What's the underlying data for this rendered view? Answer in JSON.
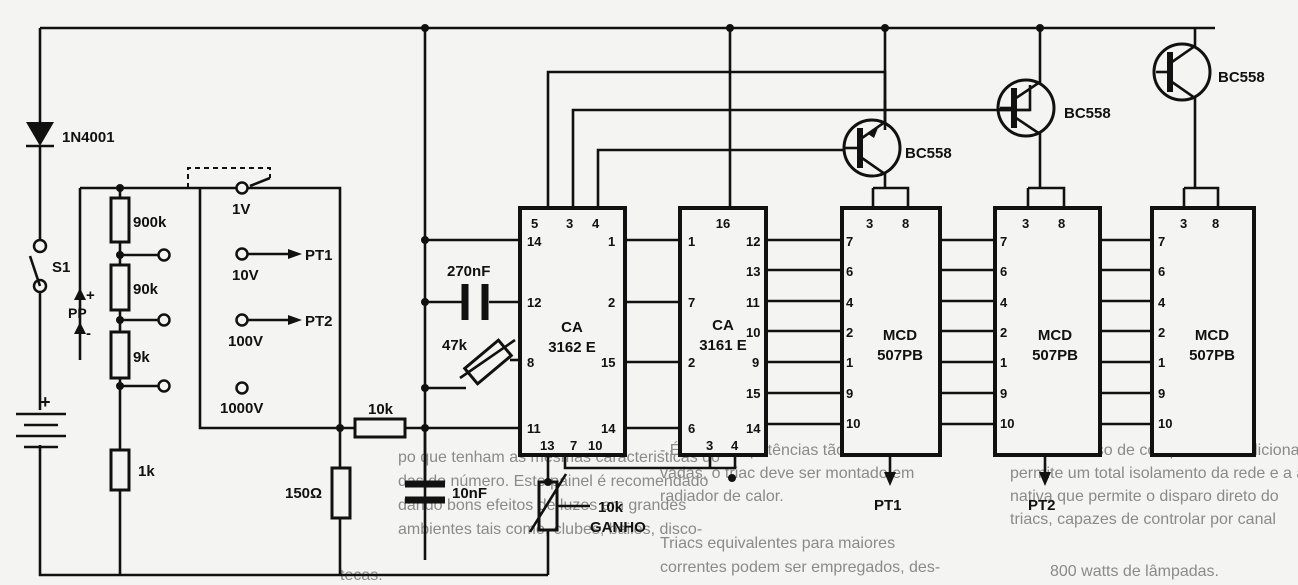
{
  "components": {
    "diode": "1N4001",
    "switch": "S1",
    "pp_plus": "+",
    "pp": "PP",
    "pp_minus": "-",
    "battery_plus": "+",
    "r_900k": "900k",
    "r_90k": "90k",
    "r_9k": "9k",
    "r_1k": "1k",
    "range_1v": "1V",
    "range_10v": "10V",
    "range_100v": "100V",
    "range_1000v": "1000V",
    "pt1_arrow": "PT1",
    "pt2_arrow": "PT2",
    "r_10k": "10k",
    "r_150": "150Ω",
    "c_270nf": "270nF",
    "c_10nf": "10nF",
    "pot_47k": "47k",
    "pot_gain_value": "10k",
    "pot_gain_label": "GANHO",
    "transistor": "BC558",
    "pt1_out": "PT1",
    "pt2_out": "PT2"
  },
  "ic_3162": {
    "name": "CA",
    "part": "3162 E",
    "top_pins": [
      "5",
      "3",
      "4"
    ],
    "left_pins": [
      "14",
      "12",
      "8",
      "11"
    ],
    "right_pins": [
      "1",
      "2",
      "15",
      "14"
    ],
    "bottom_pins": [
      "13",
      "7",
      "10"
    ]
  },
  "ic_3161": {
    "name": "CA",
    "part": "3161 E",
    "top_pin": "16",
    "left_pins": [
      "1",
      "7",
      "2",
      "6"
    ],
    "right_pins": [
      "12",
      "13",
      "11",
      "10",
      "9",
      "15",
      "14"
    ],
    "bottom_pins": [
      "3",
      "4"
    ]
  },
  "displays": [
    {
      "name": "MCD",
      "part": "507PB",
      "top_pins": [
        "3",
        "8"
      ],
      "left_pins": [
        "7",
        "6",
        "4",
        "2",
        "1",
        "9",
        "10"
      ]
    },
    {
      "name": "MCD",
      "part": "507PB",
      "top_pins": [
        "3",
        "8"
      ],
      "left_pins": [
        "7",
        "6",
        "4",
        "2",
        "1",
        "9",
        "10"
      ]
    },
    {
      "name": "MCD",
      "part": "507PB",
      "top_pins": [
        "3",
        "8"
      ],
      "left_pins": [
        "7",
        "6",
        "4",
        "2",
        "1",
        "9",
        "10"
      ]
    }
  ],
  "background_text": [
    "po que tenham as mesmas caracteristicas do",
    "das do número. Este painel é recomendado",
    "dando bons efeitos de luzes em grandes",
    "ambientes tais como, clubes, bailes, disco-",
    "tecas.",
    "- É evidente potências tão ele-",
    "vadas, o triac deve ser montado em",
    "radiador de calor.",
    "Triacs equivalentes para maiores",
    "correntes podem ser empregados, des-",
    "O uso de componentes adicionais",
    "permite um total isolamento da rede e a alter-",
    "nativa que permite o disparo direto do",
    "triacs, capazes de controlar por canal",
    "800 watts de lâmpadas."
  ]
}
